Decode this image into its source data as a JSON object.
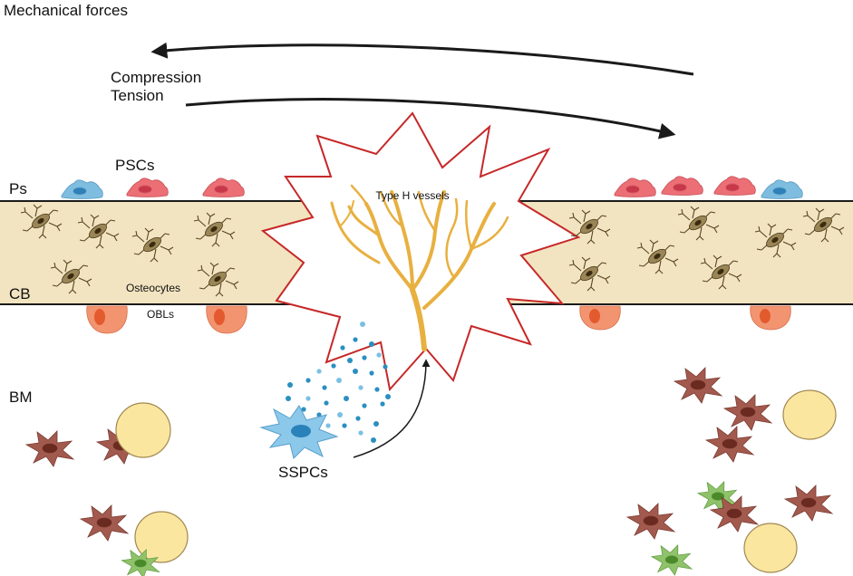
{
  "labels": {
    "mechanical_forces": "Mechanical forces",
    "compression": "Compression",
    "tension": "Tension",
    "pscs": "PSCs",
    "ps": "Ps",
    "cb": "CB",
    "bm": "BM",
    "osteocytes": "Osteocytes",
    "obls": "OBLs",
    "type_h_vessels": "Type H vessels",
    "sspcs": "SSPCs"
  },
  "colors": {
    "bone": "#f2e4c0",
    "bone_border": "#1a1a1a",
    "burst_outline": "#c62828",
    "vessel": "#e8b040",
    "vessel_dark": "#c98f22",
    "osteocyte": "#9a8556",
    "osteocyte_dark": "#4a3a1c",
    "psc_red": "#ec6f76",
    "psc_blue": "#7fbde0",
    "obl": "#f29470",
    "bm_brown": "#a35a4e",
    "bm_green": "#8fc26a",
    "adipocyte": "#fbe6a0",
    "sspc": "#8cc8ea",
    "particle": "#2b8fc0"
  }
}
